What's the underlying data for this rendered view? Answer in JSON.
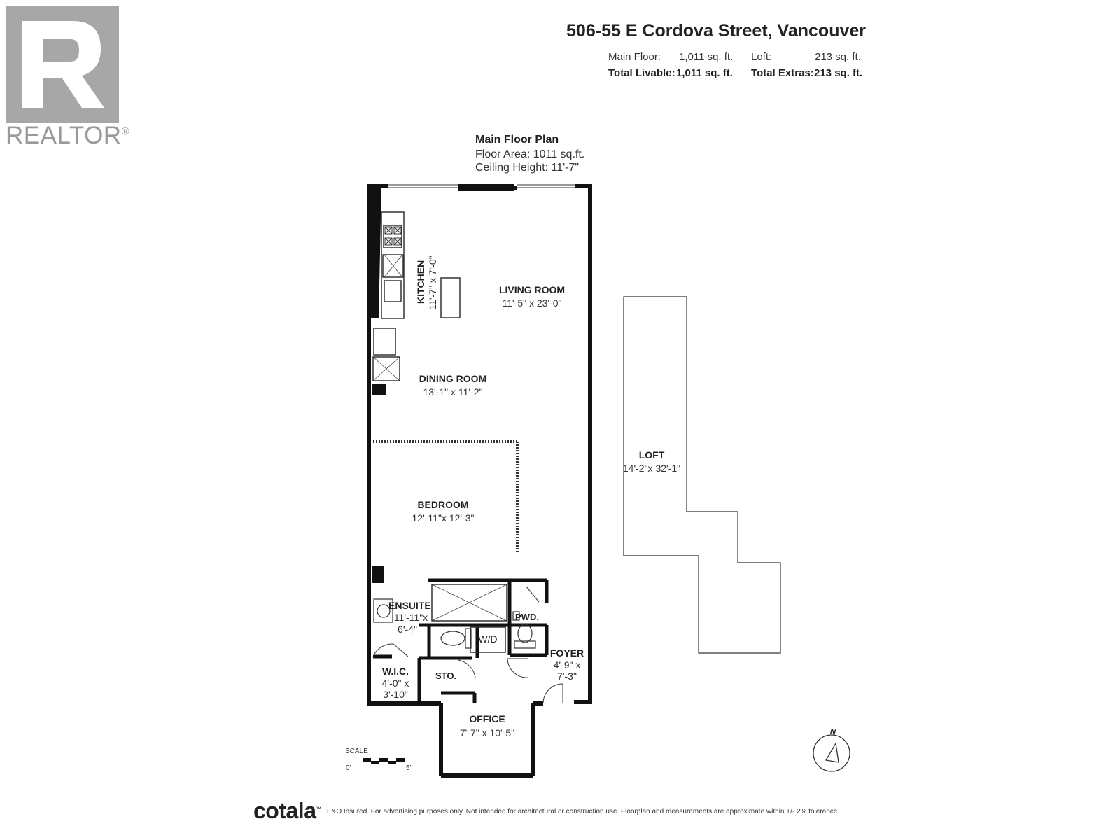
{
  "brand": {
    "realtor_mark": "R",
    "realtor_name": "REALTOR",
    "realtor_reg": "®",
    "company": "cotala",
    "company_sup": "™"
  },
  "header": {
    "address": "506-55 E Cordova Street, Vancouver",
    "main_floor_label": "Main Floor:",
    "main_floor_value": "1,011 sq. ft.",
    "loft_label": "Loft:",
    "loft_value": "213 sq. ft.",
    "total_livable_label": "Total Livable:",
    "total_livable_value": "1,011 sq. ft.",
    "total_extras_label": "Total Extras:",
    "total_extras_value": "213 sq. ft."
  },
  "plan": {
    "title": "Main Floor Plan",
    "floor_area": "Floor Area: 1011 sq.ft.",
    "ceiling_height": "Ceiling Height: 11'-7\""
  },
  "rooms": {
    "kitchen": {
      "name": "KITCHEN",
      "dim": "11'-7\" x 7'-0\""
    },
    "living": {
      "name": "LIVING ROOM",
      "dim": "11'-5\" x 23'-0\""
    },
    "dining": {
      "name": "DINING ROOM",
      "dim": "13'-1\" x 11'-2\""
    },
    "bedroom": {
      "name": "BEDROOM",
      "dim": "12'-11\"x 12'-3\""
    },
    "ensuite": {
      "name": "ENSUITE",
      "dim1": "11'-11\"x",
      "dim2": "6'-4\""
    },
    "pwd": {
      "name": "PWD."
    },
    "wd": {
      "name": "W/D"
    },
    "foyer": {
      "name": "FOYER",
      "dim1": "4'-9\" x",
      "dim2": "7'-3\""
    },
    "wic": {
      "name": "W.I.C.",
      "dim1": "4'-0\" x",
      "dim2": "3'-10\""
    },
    "sto": {
      "name": "STO."
    },
    "office": {
      "name": "OFFICE",
      "dim": "7'-7\" x 10'-5\""
    },
    "loft": {
      "name": "LOFT",
      "dim": "14'-2\"x 32'-1\""
    }
  },
  "scale": {
    "label": "SCALE",
    "start": "0'",
    "end": "5'"
  },
  "compass": {
    "north": "N"
  },
  "disclaimer": "E&O Insured. For advertising purposes only. Not intended for architectural or construction use. Floorplan and measurements are approximate within +/- 2% tolerance."
}
